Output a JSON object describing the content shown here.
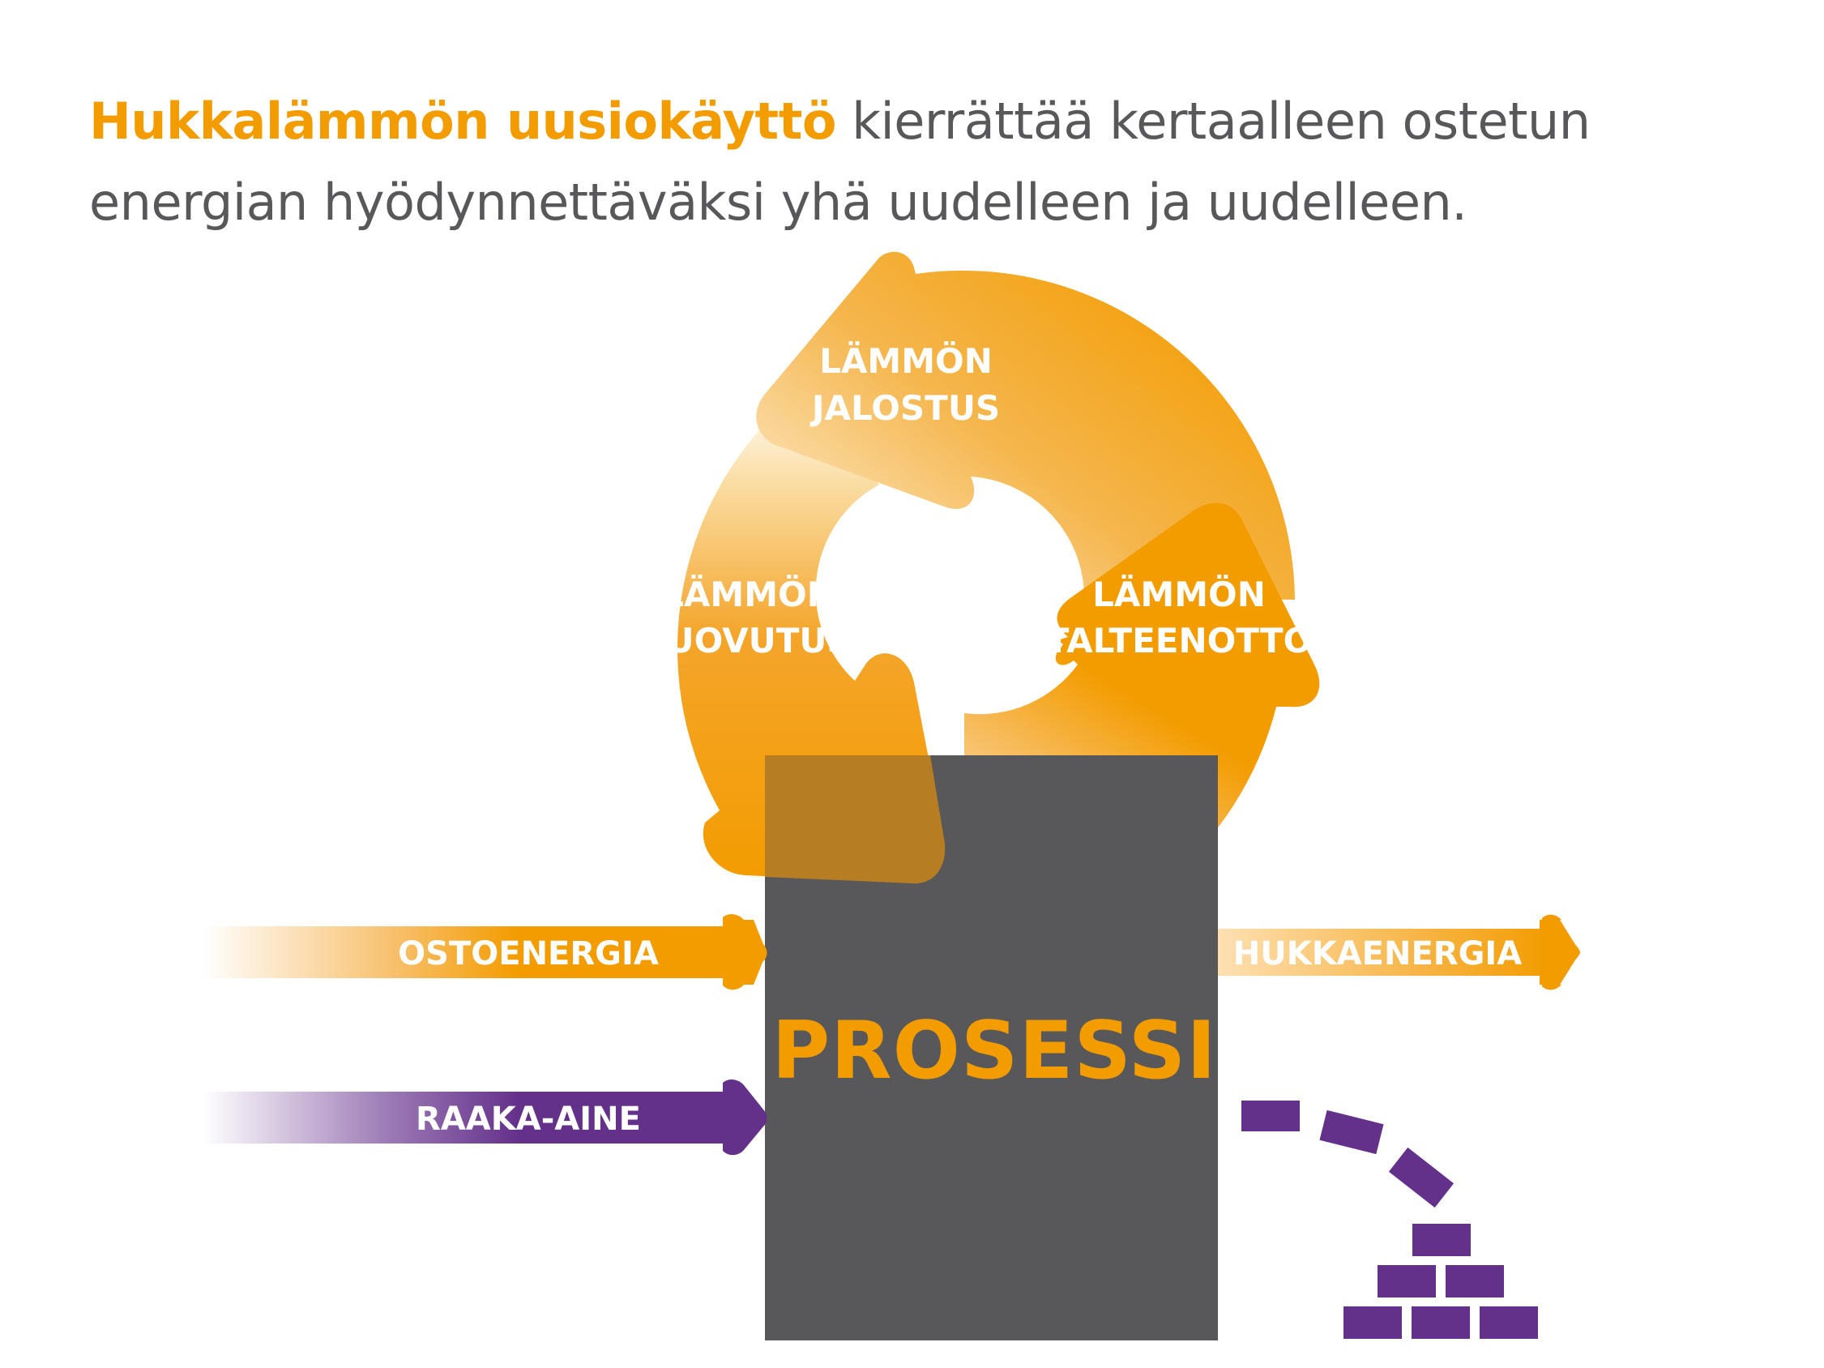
{
  "headline": {
    "highlight": "Hukkalämmön uusiokäyttö",
    "line1_rest": " kierrättää kertaalleen ostetun",
    "line2": "energian hyödynnettäväksi yhä uudelleen ja uudelleen."
  },
  "cycle": {
    "jalostus": {
      "line1": "LÄMMÖN",
      "line2": "JALOSTUS"
    },
    "luovutus": {
      "line1": "LÄMMÖN",
      "line2": "LUOVUTUS"
    },
    "talteenotto": {
      "line1": "LÄMMÖN",
      "line2": "TALTEENOTTO"
    }
  },
  "process": {
    "label": "PROSESSI"
  },
  "flows": {
    "input_energy": "OSTOENERGIA",
    "raw_material": "RAAKA-AINE",
    "waste_energy": "HUKKAENERGIA"
  },
  "colors": {
    "orange": "#f39c00",
    "purple": "#64318a",
    "gray": "#58585a",
    "white": "#ffffff"
  }
}
